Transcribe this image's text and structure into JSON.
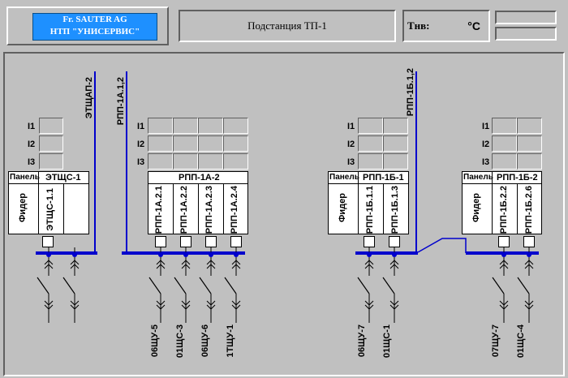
{
  "header": {
    "logo_line1": "Fr. SAUTER AG",
    "logo_line2": "НТП \"УНИСЕРВИС\"",
    "station_title": "Подстанция ТП-1",
    "temp_label": "Tнв:",
    "temp_unit": "°C"
  },
  "labels": {
    "i1": "I1",
    "i2": "I2",
    "i3": "I3",
    "panel": "Панель",
    "feeder": "Фидер"
  },
  "bus_names": {
    "b1": "ЭТЩАП-2",
    "b2": "РПП-1А.1,2",
    "b3": "РПП-1Б.1,2"
  },
  "panels": {
    "p1": {
      "name": "ЭТЩС-1",
      "feeders": [
        "ЭТЩС-1.1"
      ]
    },
    "p2": {
      "name": "РПП-1А-2",
      "feeders": [
        "РПП-1А.2.1",
        "РПП-1А.2.2",
        "РПП-1А.2.3",
        "РПП-1А.2.4"
      ]
    },
    "p3": {
      "name": "РПП-1Б-1",
      "feeders": [
        "РПП-1Б.1.1",
        "РПП-1Б.1.3"
      ]
    },
    "p4": {
      "name": "РПП-1Б-2",
      "feeders": [
        "РПП-1Б.2.2",
        "РПП-1Б.2.6"
      ]
    }
  },
  "outputs": {
    "o1": "06ЩУ-5",
    "o2": "01ЩС-3",
    "o3": "06ЩУ-6",
    "o4": "1ТЩУ-1",
    "o5": "06ЩУ-7",
    "o6": "01ЩС-1",
    "o7": "07ЩУ-7",
    "o8": "01ЩС-4"
  },
  "colors": {
    "bus": "#0000cc",
    "logo": "#1e90ff",
    "background": "#c0c0c0"
  }
}
